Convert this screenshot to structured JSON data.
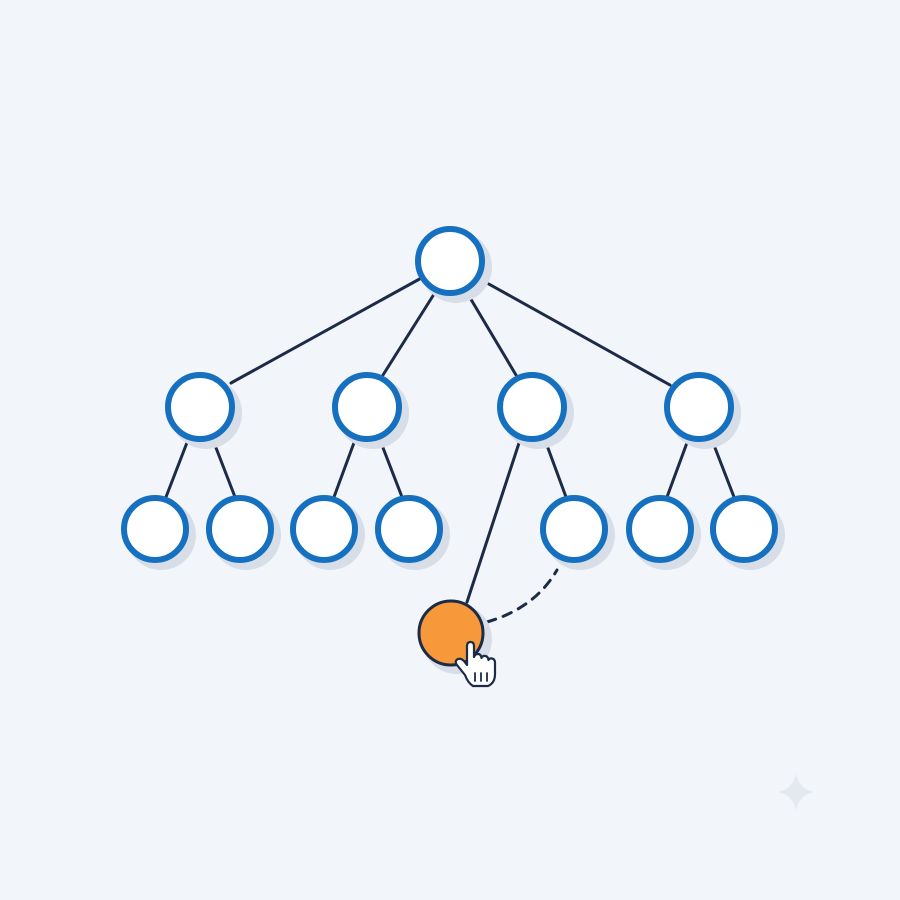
{
  "diagram": {
    "type": "tree",
    "colors": {
      "background": "#f2f5f9",
      "node_stroke": "#1670c0",
      "node_fill": "#ffffff",
      "edge": "#1c2b47",
      "dragged_node_fill": "#f7993a",
      "shadow": "#d8dee8"
    },
    "nodes": [
      {
        "id": "root",
        "level": 0
      },
      {
        "id": "child-1",
        "level": 1,
        "parent": "root"
      },
      {
        "id": "child-2",
        "level": 1,
        "parent": "root"
      },
      {
        "id": "child-3",
        "level": 1,
        "parent": "root"
      },
      {
        "id": "child-4",
        "level": 1,
        "parent": "root"
      },
      {
        "id": "leaf-1a",
        "level": 2,
        "parent": "child-1"
      },
      {
        "id": "leaf-1b",
        "level": 2,
        "parent": "child-1"
      },
      {
        "id": "leaf-2a",
        "level": 2,
        "parent": "child-2"
      },
      {
        "id": "leaf-2b",
        "level": 2,
        "parent": "child-2"
      },
      {
        "id": "leaf-3b",
        "level": 2,
        "parent": "child-3"
      },
      {
        "id": "leaf-4a",
        "level": 2,
        "parent": "child-4"
      },
      {
        "id": "leaf-4b",
        "level": 2,
        "parent": "child-4"
      },
      {
        "id": "leaf-3a-dragged",
        "level": 2,
        "parent": "child-3",
        "state": "being-dragged"
      }
    ],
    "drag_indicator": "dashed-line-to-original-slot",
    "cursor_icon": "hand-pointer-icon",
    "decoration_icon": "sparkle-icon"
  }
}
